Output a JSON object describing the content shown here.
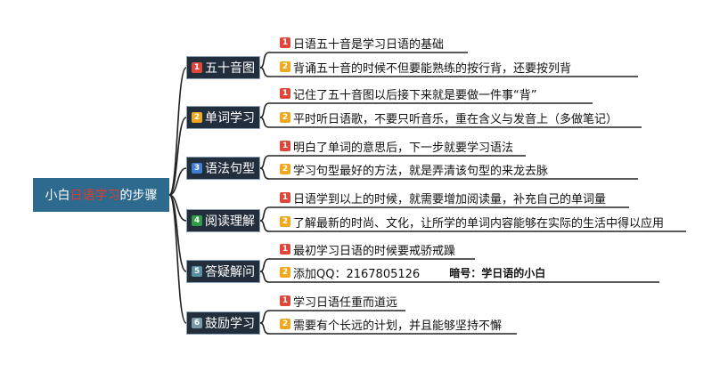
{
  "root": {
    "prefix": "小白",
    "highlight": "日语学习",
    "suffix": "的步骤"
  },
  "branches": [
    {
      "num": "1",
      "label": "五十音图",
      "leaves": [
        {
          "num": "1",
          "text": "日语五十音是学习日语的基础"
        },
        {
          "num": "2",
          "text": "背诵五十音的时候不但要能熟练的按行背，还要按列背"
        }
      ]
    },
    {
      "num": "2",
      "label": "单词学习",
      "leaves": [
        {
          "num": "1",
          "text": "记住了五十音图以后接下来就是要做一件事“背”"
        },
        {
          "num": "2",
          "text": "平时听日语歌，不要只听音乐，重在含义与发音上（多做笔记）"
        }
      ]
    },
    {
      "num": "3",
      "label": "语法句型",
      "leaves": [
        {
          "num": "1",
          "text": "明白了单词的意思后，下一步就要学习语法"
        },
        {
          "num": "2",
          "text": "学习句型最好的方法，就是弄清该句型的来龙去脉"
        }
      ]
    },
    {
      "num": "4",
      "label": "阅读理解",
      "leaves": [
        {
          "num": "1",
          "text": "日语学到以上的时候，就需要增加阅读量，补充自己的单词量"
        },
        {
          "num": "2",
          "text": "了解最新的时尚、文化，让所学的单词内容能够在实际的生活中得以应用"
        }
      ]
    },
    {
      "num": "5",
      "label": "答疑解问",
      "leaves": [
        {
          "num": "1",
          "text": "最初学习日语的时候要戒骄戒躁"
        },
        {
          "num": "2",
          "text": "添加QQ：2167805126",
          "note": "暗号：学日语的小白"
        }
      ]
    },
    {
      "num": "6",
      "label": "鼓励学习",
      "leaves": [
        {
          "num": "1",
          "text": "学习日语任重而道远"
        },
        {
          "num": "2",
          "text": "需要有个长远的计划，并且能够坚持不懈"
        }
      ]
    }
  ],
  "colors": {
    "root_bg": "#2e6a8e",
    "root_highlight": "#e23a2a",
    "branch_bg": "#232e3c",
    "line": "#222222",
    "badge1": "#e0473a",
    "badge2": "#f0a81e",
    "badge3": "#3d7fd6",
    "badge4": "#2f9d45",
    "badge5": "#5a8fa0",
    "badge6": "#7a9aa8"
  }
}
